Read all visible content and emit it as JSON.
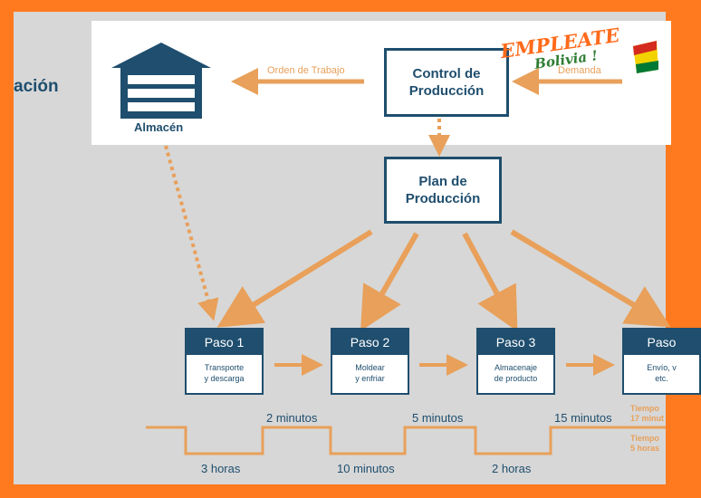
{
  "title_partial": "ación",
  "warehouse": {
    "label": "Almacén"
  },
  "control": {
    "label": "Control de\nProducción"
  },
  "plan": {
    "label": "Plan de\nProducción"
  },
  "flows": {
    "work_order": "Orden de Trabajo",
    "demand": "Demanda"
  },
  "logo": {
    "line1": "EMPLEATE",
    "line2": "Bolivia !"
  },
  "steps": [
    {
      "title": "Paso 1",
      "desc": "Transporte\ny descarga"
    },
    {
      "title": "Paso 2",
      "desc": "Moldear\ny enfriar"
    },
    {
      "title": "Paso 3",
      "desc": "Almacenaje\nde producto"
    },
    {
      "title": "Paso",
      "desc": "Envío, v\netc."
    }
  ],
  "timeline": {
    "up": [
      "2 minutos",
      "5 minutos",
      "15 minutos"
    ],
    "down": [
      "3 horas",
      "10 minutos",
      "2 horas"
    ],
    "legend_1": "Tiempo\n17 minut",
    "legend_2": "Tiempo\n5 horas"
  },
  "colors": {
    "navy": "#1f4e6e",
    "arrow": "#e8a05a",
    "frame": "#ff7a1f"
  }
}
